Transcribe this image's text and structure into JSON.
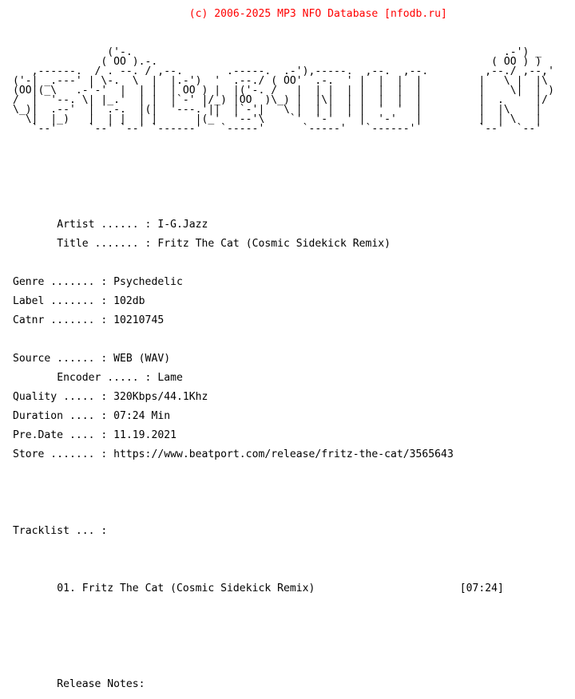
{
  "copyright": "(c) 2006-2025 MP3 NFO Database [nfodb.ru]",
  "colors": {
    "copyright": "#ff0000",
    "text": "#000000",
    "background": "#ffffff"
  },
  "logo_ascii": "               ('-.                                                           .-') _\n              ( OO ).-.                                                     ( OO ) )\n   ,------.  / . --. / ,--.       .-----.  .-'),-----.  ,--.  ,--.         ,--./ ,--,'\n('-| _.---' | \\-.  \\  |  |.-')  '  .--./ ( OO'  .-.  ' |  |  |  |         |   \\ |  |\\\n(OO|(_\\   .-'-'  |  | |  | OO ) |  |('-. /   |  | |  | |  |  |  |         |    \\|  | )\n/  |  '--. \\| |_.'  | |  |`-' |/_) |OO  )\\_) |  |\\|  | |  |  |  |         |  .     |/\n\\_)|  .--'  |  .-.  |(|  '---.'||  |`-'|   \\ |  | |  | |  '  '  |         |  |\\    |\n  \\|  |_)   |  | |  | |      |(_'  '--'\\    `'  '-'  ' |  '-'   |         |  | \\   |\n   `--'     `--' `--' `------'   `-----'      `-----'   `------'          `--'  `--'",
  "nfo": {
    "artist": {
      "key": "Artist ...... : ",
      "value": "I-G.Jazz"
    },
    "title": {
      "key": "Title ....... : ",
      "value": "Fritz The Cat (Cosmic Sidekick Remix)"
    },
    "genre": {
      "key": "Genre ....... : ",
      "value": "Psychedelic"
    },
    "label": {
      "key": "Label ....... : ",
      "value": "102db"
    },
    "catnr": {
      "key": "Catnr ....... : ",
      "value": "10210745"
    },
    "source": {
      "key": "Source ...... : ",
      "value": "WEB (WAV)"
    },
    "encoder": {
      "key": "Encoder ..... : ",
      "value": "Lame"
    },
    "quality": {
      "key": "Quality ..... : ",
      "value": "320Kbps/44.1Khz"
    },
    "duration": {
      "key": "Duration .... : ",
      "value": "07:24 Min"
    },
    "predate": {
      "key": "Pre.Date .... : ",
      "value": "11.19.2021"
    },
    "store": {
      "key": "Store ....... : ",
      "value": "https://www.beatport.com/release/fritz-the-cat/3565643"
    }
  },
  "tracklist": {
    "heading": "Tracklist ... :",
    "tracks": [
      {
        "number": "01.",
        "title": "Fritz The Cat (Cosmic Sidekick Remix)",
        "length": "[07:24]"
      }
    ]
  },
  "release_notes": {
    "heading": "Release Notes:"
  }
}
